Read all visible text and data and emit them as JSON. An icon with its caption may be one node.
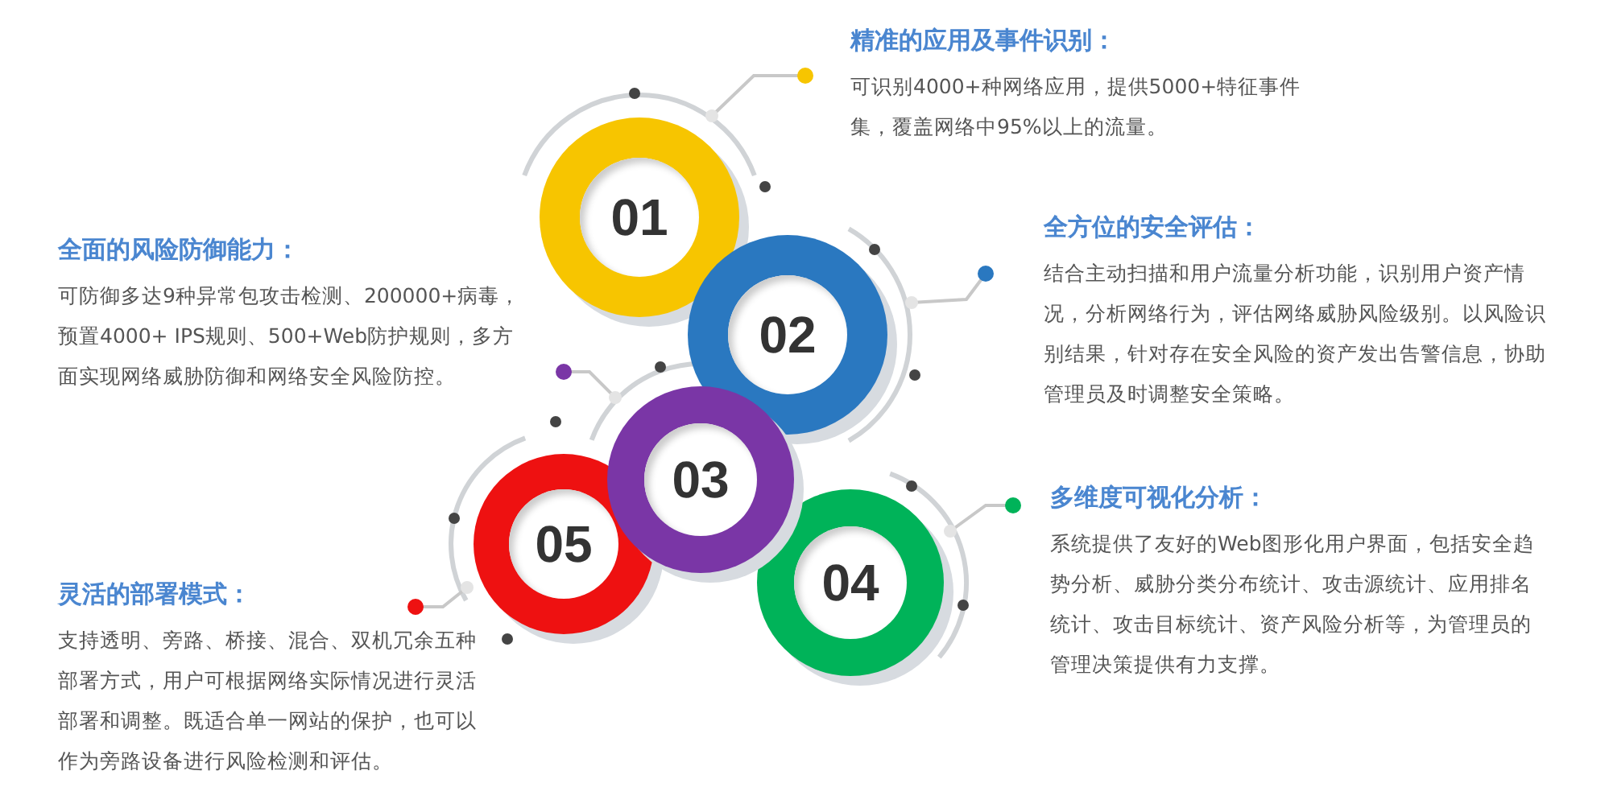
{
  "diagram": {
    "nodes": [
      {
        "text": [
          "01"
        ],
        "beside": [
          "精准的应用及事件识别：",
          "可识别4000+种网络应用，提供5000+特征事件集，覆盖网络中95%以上的流量。"
        ]
      },
      {
        "text": [
          "02"
        ],
        "beside": [
          "全方位的安全评估：",
          "结合主动扫描和用户流量分析功能，识别用户资产情况，分析网络行为，评估网络威胁风险级别。以风险识别结果，针对存在安全风险的资产发出告警信息，协助管理员及时调整安全策略。"
        ]
      },
      {
        "text": [
          "03"
        ],
        "beside": [
          "全面的风险防御能力：",
          "可防御多达9种异常包攻击检测、200000+病毒，预置4000+ IPS规则、500+Web防护规则，多方面实现网络威胁防御和网络安全风险防控。"
        ]
      },
      {
        "text": [
          "04"
        ],
        "beside": [
          "多维度可视化分析：",
          "系统提供了友好的Web图形化用户界面，包括安全趋势分析、威胁分类分布统计、攻击源统计、应用排名统计、攻击目标统计、资产风险分析等，为管理员的管理决策提供有力支撑。"
        ]
      },
      {
        "text": [
          "05"
        ],
        "beside": [
          "灵活的部署模式：",
          "支持透明、旁路、桥接、混合、双机冗余五种部署方式，用户可根据网络实际情况进行灵活部署和调整。既适合单一网站的保护，也可以作为旁路设备进行风险检测和评估。"
        ]
      }
    ]
  }
}
